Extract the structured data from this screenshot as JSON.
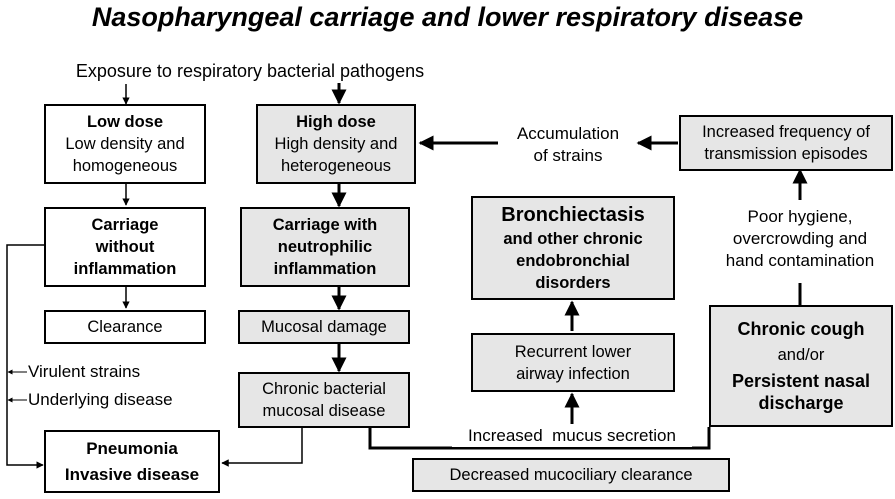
{
  "title": "Nasopharyngeal carriage and lower respiratory disease",
  "exposure": "Exposure to respiratory bacterial pathogens",
  "low_dose": {
    "heading": "Low dose",
    "line1": "Low density and",
    "line2": "homogeneous"
  },
  "high_dose": {
    "heading": "High dose",
    "line1": "High density and",
    "line2": "heterogeneous"
  },
  "carriage_no_inflammation": {
    "line1": "Carriage",
    "line2": "without",
    "line3": "inflammation"
  },
  "carriage_neutrophilic": {
    "line1": "Carriage with",
    "line2": "neutrophilic",
    "line3": "inflammation"
  },
  "clearance": "Clearance",
  "mucosal_damage": "Mucosal damage",
  "chronic_bacterial": {
    "line1": "Chronic bacterial",
    "line2": "mucosal disease"
  },
  "virulent_strains": "Virulent strains",
  "underlying_disease": "Underlying disease",
  "pneumonia": {
    "line1": "Pneumonia",
    "line2": "Invasive disease"
  },
  "accumulation": {
    "line1": "Accumulation",
    "line2": "of strains"
  },
  "increased_frequency": {
    "line1": "Increased frequency of",
    "line2": "transmission episodes"
  },
  "bronchiectasis": {
    "heading": "Bronchiectasis",
    "line1": "and other chronic",
    "line2": "endobronchial",
    "line3": "disorders"
  },
  "recurrent": {
    "line1": "Recurrent lower",
    "line2": "airway infection"
  },
  "poor_hygiene": {
    "line1": "Poor hygiene,",
    "line2": "overcrowding and",
    "line3": "hand contamination"
  },
  "chronic_cough": {
    "heading": "Chronic cough",
    "mid": "and/or",
    "line1": "Persistent nasal",
    "line2": "discharge"
  },
  "increased_mucus": "Increased  mucus secretion",
  "decreased_clearance": "Decreased mucociliary clearance"
}
